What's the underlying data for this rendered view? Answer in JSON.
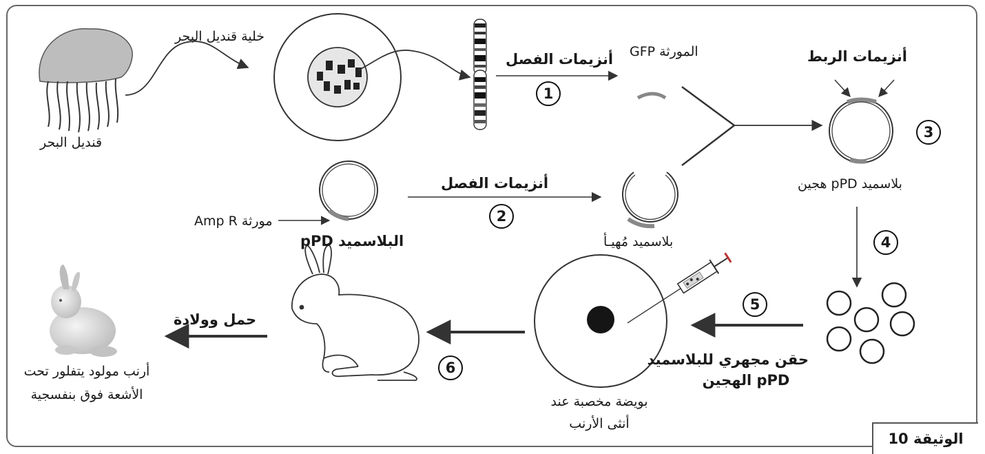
{
  "labels": {
    "jellyfish": "قنديل البحر",
    "jellyfish_cell": "خلية قنديل البحر",
    "restriction_enzymes_1": "أنزيمات الفصل",
    "gfp_gene": "المورثة GFP",
    "ligation_enzymes": "أنزيمات الربط",
    "hybrid_plasmid": "بلاسميد pPD هجين",
    "amp_gene": "مورثة  Amp R",
    "plasmid_ppd": "البلاسميد pPD",
    "restriction_enzymes_2": "أنزيمات الفصل",
    "prepared_plasmid": "بلاسميد مُهيـأ",
    "microinjection_line1": "حقن مجهري للبلاسميد",
    "microinjection_line2": "pPD الهجين",
    "fertilized_egg_line1": "بويضة مخصبة عند",
    "fertilized_egg_line2": "أنثى الأرنب",
    "pregnancy_birth": "حمل وولادة",
    "newborn_line1": "أرنب مولود يتفلور تحت",
    "newborn_line2": "الأشعة فوق بنفسجية"
  },
  "steps": [
    "1",
    "2",
    "3",
    "4",
    "5",
    "6"
  ],
  "document_label": "الوثيقة 10"
}
